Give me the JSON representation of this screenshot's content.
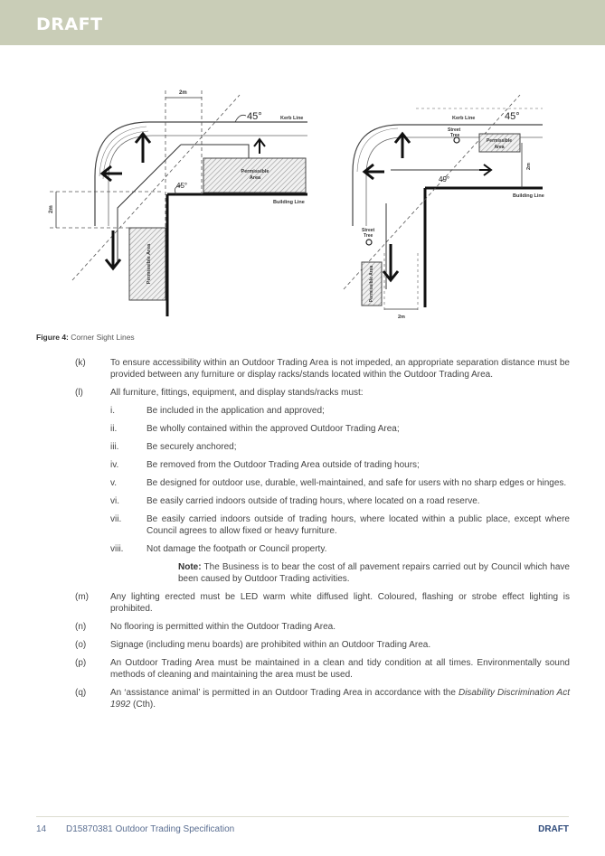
{
  "header": {
    "banner_text": "DRAFT"
  },
  "figure": {
    "left": {
      "dim_2m_top": "2m",
      "dim_2m_side": "2m",
      "angle_top": "45°",
      "angle_bottom": "45°",
      "kerb_line": "Kerb Line",
      "building_line": "Building Line",
      "permissible_area": [
        "Permissible",
        "Area"
      ],
      "permissible_area_vertical": "Permissible Area"
    },
    "right": {
      "kerb_line": "Kerb Line",
      "angle_top": "45°",
      "angle_bottom": "49°",
      "street_tree_top": [
        "Street",
        "Tree"
      ],
      "permissible_area": [
        "Permissible",
        "Area"
      ],
      "dim_2m_side": "2m",
      "building_line": "Building Line",
      "street_tree_left": [
        "Street",
        "Tree"
      ],
      "permissible_area_vertical": "Permissible Area",
      "dim_2m_bottom": "2m"
    },
    "caption_label": "Figure 4:",
    "caption_text": "Corner Sight Lines"
  },
  "items": [
    {
      "label": "(k)",
      "text": "To ensure accessibility within an Outdoor Trading Area is not impeded, an appropriate separation distance must be provided between any furniture or display racks/stands located within the Outdoor Trading Area."
    },
    {
      "label": "(l)",
      "text": "All furniture, fittings, equipment, and display stands/racks must:"
    }
  ],
  "subitems": [
    {
      "label": "i.",
      "text": "Be included in the application and approved;"
    },
    {
      "label": "ii.",
      "text": "Be wholly contained within the approved Outdoor Trading Area;"
    },
    {
      "label": "iii.",
      "text": "Be securely anchored;"
    },
    {
      "label": "iv.",
      "text": "Be removed from the Outdoor Trading Area outside of trading hours;"
    },
    {
      "label": "v.",
      "text": "Be designed for outdoor use, durable, well-maintained, and safe for users with no sharp edges or hinges."
    },
    {
      "label": "vi.",
      "text": "Be easily carried indoors outside of trading hours, where located on a road reserve."
    },
    {
      "label": "vii.",
      "text": "Be easily carried indoors outside of trading hours, where located within a public place, except where Council agrees to allow fixed or heavy furniture."
    },
    {
      "label": "viii.",
      "text": "Not damage the footpath or Council property."
    }
  ],
  "note": {
    "label": "Note:",
    "text": "The Business is to bear the cost of all pavement repairs carried out by Council which have been caused by Outdoor Trading activities."
  },
  "items_after": [
    {
      "label": "(m)",
      "text": "Any lighting erected must be LED warm white diffused light. Coloured, flashing or strobe effect lighting is prohibited."
    },
    {
      "label": "(n)",
      "text": "No flooring is permitted within the Outdoor Trading Area."
    },
    {
      "label": "(o)",
      "text": "Signage (including menu boards) are prohibited within an Outdoor Trading Area."
    },
    {
      "label": "(p)",
      "text": "An Outdoor Trading Area must be maintained in a clean and tidy condition at all times. Environmentally sound methods of cleaning and maintaining the area must be used."
    }
  ],
  "item_q": {
    "label": "(q)",
    "text_before": "An ‘assistance animal’ is permitted in an Outdoor Trading Area in accordance with the ",
    "text_italic": "Disability Discrimination Act 1992",
    "text_after": " (Cth)."
  },
  "footer": {
    "page_number": "14",
    "doc_title": "D15870381 Outdoor Trading Specification",
    "draft": "DRAFT"
  }
}
